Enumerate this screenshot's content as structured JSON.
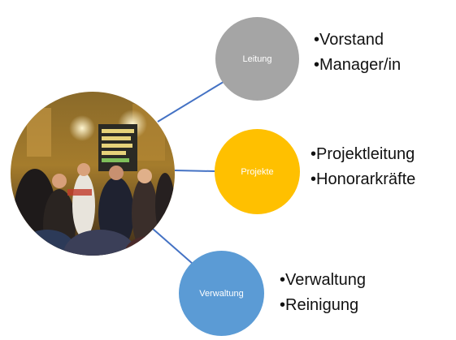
{
  "colors": {
    "connector": "#4472c4",
    "leitung": "#a5a5a5",
    "projekte": "#ffc000",
    "verwaltung": "#5b9bd5"
  },
  "photo": {
    "description_icon": "meeting-photo",
    "banner_text": "",
    "alt": ""
  },
  "nodes": [
    {
      "label": "Leitung",
      "items": [
        "Vorstand",
        "Manager/in"
      ]
    },
    {
      "label": "Projekte",
      "items": [
        "Projektleitung",
        "Honorarkräfte"
      ]
    },
    {
      "label": "Verwaltung",
      "items": [
        "Verwaltung",
        "Reinigung"
      ]
    }
  ]
}
